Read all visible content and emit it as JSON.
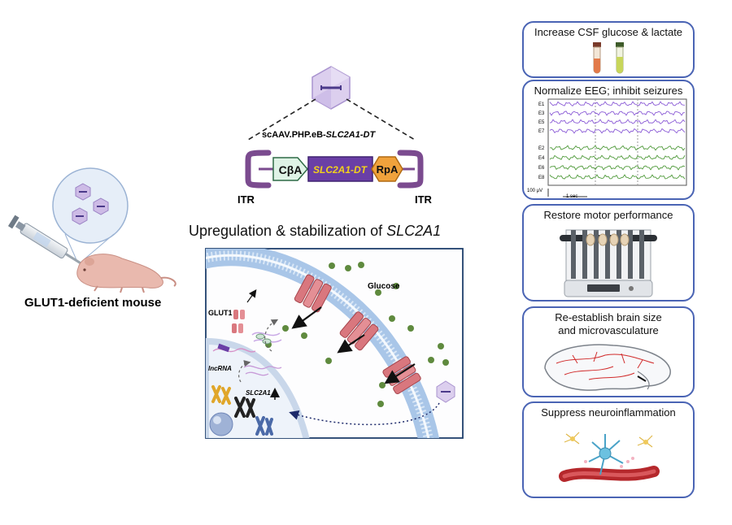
{
  "left": {
    "mouse_label": "GLUT1-deficient mouse"
  },
  "construct": {
    "vector_name_prefix": "scAAV.PHP.eB-",
    "vector_name_gene": "SLC2A1-DT",
    "promoter": "CβA",
    "gene": "SLC2A1-DT",
    "polya": "RpA",
    "itr_left": "ITR",
    "itr_right": "ITR"
  },
  "upregulation": {
    "title_prefix": "Upregulation & stabilization of ",
    "title_gene": "SLC2A1"
  },
  "cell": {
    "glucose_label": "Glucose",
    "glut1_label": "GLUT1",
    "lncrna_label": "lncRNA",
    "slc2a1_label": "SLC2A1"
  },
  "panels": {
    "csf": {
      "title": "Increase CSF glucose & lactate"
    },
    "eeg": {
      "title": "Normalize EEG; inhibit seizures",
      "channels": [
        "E1",
        "E3",
        "E5",
        "E7",
        "E2",
        "E4",
        "E6",
        "E8"
      ],
      "scale_amp": "100 μV",
      "scale_time": "1 sec"
    },
    "motor": {
      "title": "Restore motor performance"
    },
    "brain": {
      "title_line1": "Re-establish brain size",
      "title_line2": "and microvasculature"
    },
    "inflammation": {
      "title": "Suppress neuroinflammation"
    }
  },
  "colors": {
    "panel_border": "#4a64b4",
    "gene_box": "#6a3fa6",
    "gene_text": "#f2d21b",
    "promoter_fill": "#dff3e6",
    "polya_fill": "#f0a23c",
    "itr": "#7b4b8f",
    "glut1": "#d9777e",
    "glucose": "#5f8a3e",
    "membrane": "#a9c6e8",
    "eeg_purple": "#8a5ad6",
    "eeg_green": "#4f9a3a"
  }
}
